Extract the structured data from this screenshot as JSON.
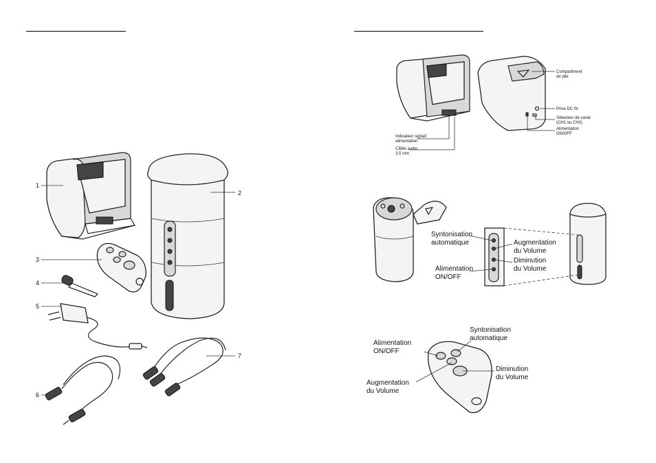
{
  "left_page": {
    "callouts": {
      "n1": "1",
      "n2": "2",
      "n3": "3",
      "n4": "4",
      "n5": "5",
      "n6": "6",
      "n7": "7"
    }
  },
  "right_page": {
    "dock_labels": {
      "battery_compartment_1": "Compartiment",
      "battery_compartment_2": "de pile",
      "dc_in": "Prise DC IN",
      "channel_selector_1": "Sélecteur de canal",
      "channel_selector_2": "(CH1 ou CH2)",
      "power_1": "Alimentation",
      "power_2": "ON/OFF",
      "indicator_1": "Indicateur signal/",
      "indicator_2": "alimentation",
      "audio_cable_1": "Câble audio",
      "audio_cable_2": "3.5 mm"
    },
    "speaker_labels": {
      "auto_tune_1": "Syntonisation",
      "auto_tune_2": "automatique",
      "vol_up_1": "Augmentation",
      "vol_up_2": "du Volume",
      "vol_down_1": "Diminution",
      "vol_down_2": "du Volume",
      "power_1": "Alimentation",
      "power_2": "ON/OFF"
    },
    "remote_labels": {
      "auto_tune_1": "Syntonisation",
      "auto_tune_2": "automatique",
      "power_1": "Alimentation",
      "power_2": "ON/OFF",
      "vol_down_1": "Diminution",
      "vol_down_2": "du Volume",
      "vol_up_1": "Augmentation",
      "vol_up_2": "du Volume"
    }
  }
}
